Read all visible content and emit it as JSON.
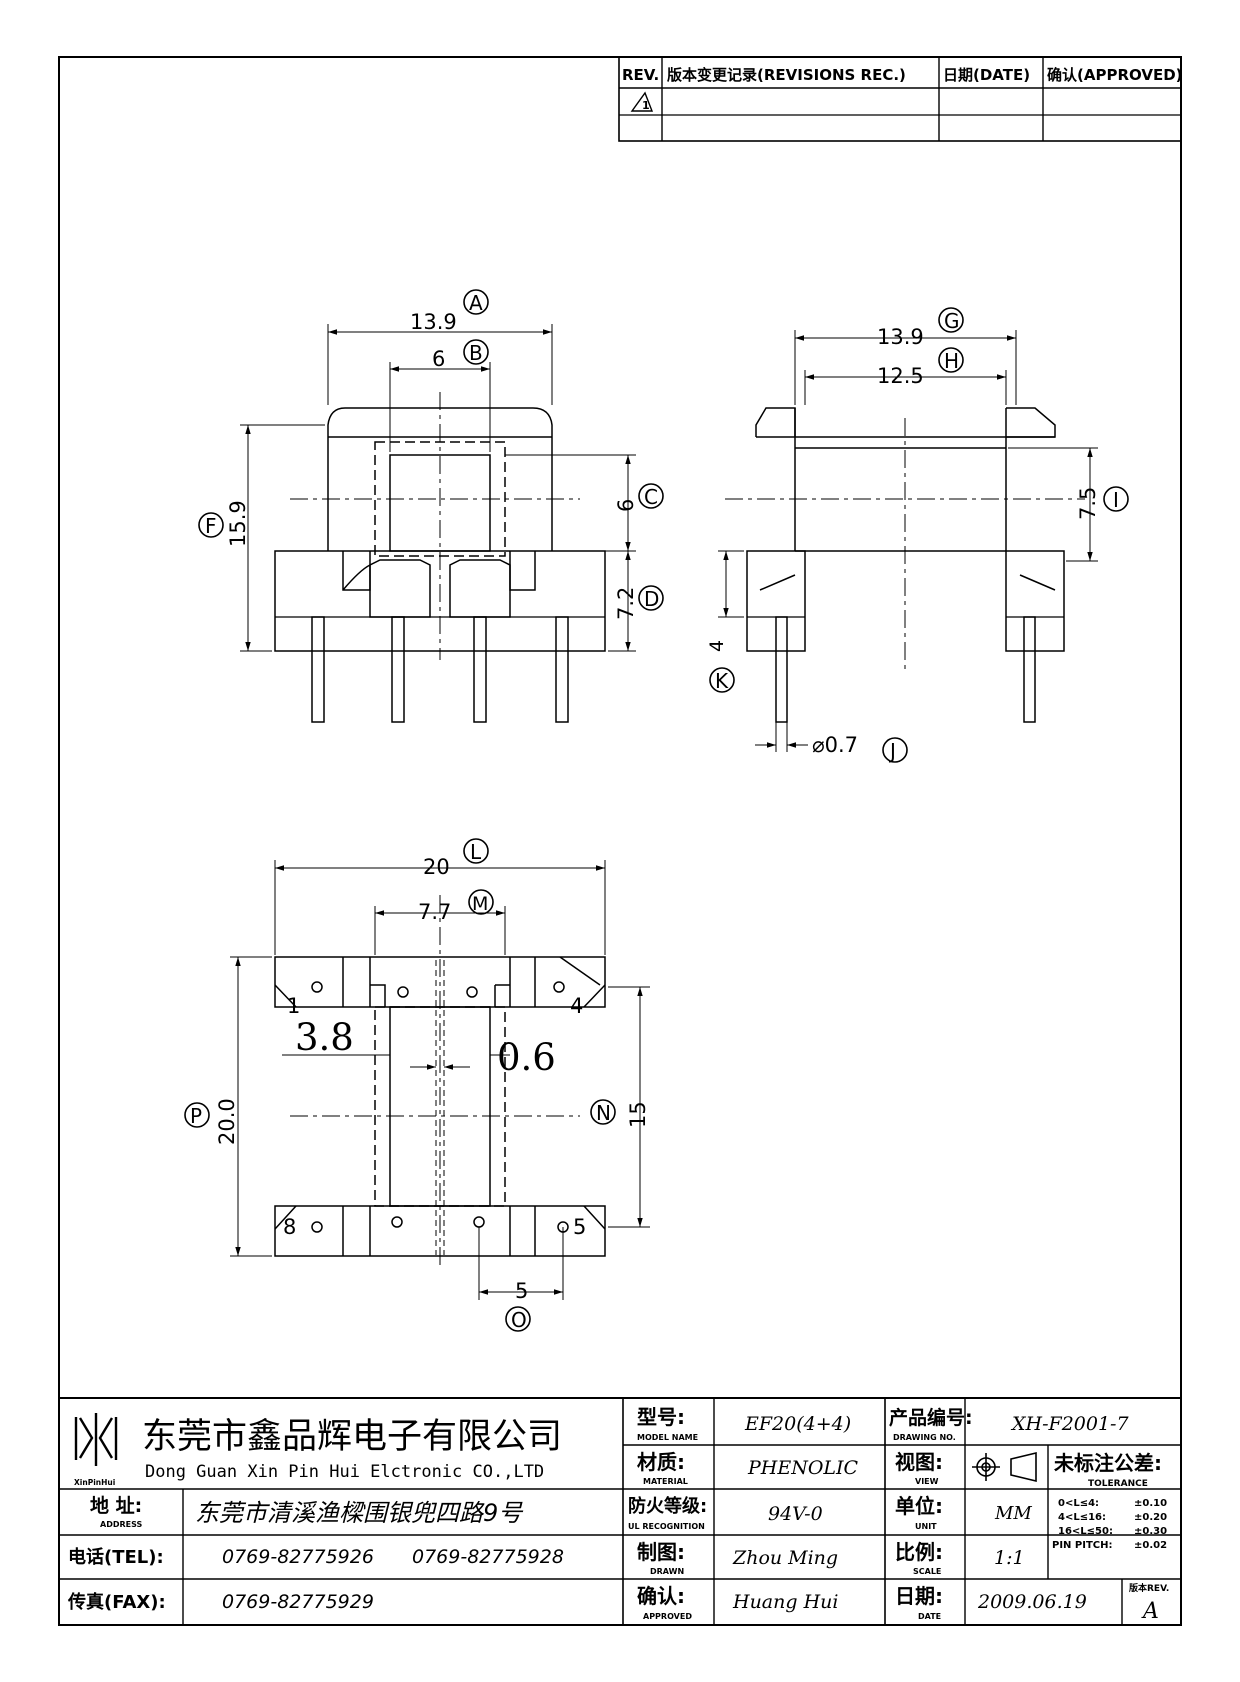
{
  "revision_block": {
    "rev_header": "REV.",
    "desc_header": "版本变更记录(REVISIONS REC.)",
    "date_header": "日期(DATE)",
    "approved_header": "确认(APPROVED)",
    "rev1_symbol": "1"
  },
  "dims": {
    "front": {
      "a_width": "13.9",
      "b_core": "6",
      "c_window": "6",
      "d_base": "7.2",
      "f_height": "15.9"
    },
    "side": {
      "g_width": "13.9",
      "h_inner": "12.5",
      "i_height": "7.5",
      "k_pin_len": "4",
      "j_pin_dia": "⌀0.7"
    },
    "bottom": {
      "l_width": "20",
      "m_center": "7.7",
      "gap_left": "3.8",
      "gap_right": "0.6",
      "p_length": "20.0",
      "n_span": "15",
      "o_pitch": "5"
    }
  },
  "callouts": {
    "A": "A",
    "B": "B",
    "C": "C",
    "D": "D",
    "F": "F",
    "G": "G",
    "H": "H",
    "I": "I",
    "J": "J",
    "K": "K",
    "L": "L",
    "M": "M",
    "N": "N",
    "O": "O",
    "P": "P"
  },
  "pins": {
    "p1": "1",
    "p4": "4",
    "p5": "5",
    "p8": "8"
  },
  "title_block": {
    "company_cn": "东莞市鑫品辉电子有限公司",
    "company_en": "Dong Guan Xin Pin Hui Elctronic CO.,LTD",
    "logo_text": "XinPinHui",
    "address_label": "地 址:",
    "address_label_en": "ADDRESS",
    "address": "东莞市清溪渔樑围银兜四路9号",
    "tel_label": "电话(TEL):",
    "tel1": "0769-82775926",
    "tel2": "0769-82775928",
    "fax_label": "传真(FAX):",
    "fax": "0769-82775929",
    "model_label": "型号:",
    "model_label_en": "MODEL NAME",
    "model": "EF20(4+4)",
    "material_label": "材质:",
    "material_label_en": "MATERIAL",
    "material": "PHENOLIC",
    "ul_label": "防火等级:",
    "ul_label_en": "UL RECOGNITION",
    "ul": "94V-0",
    "drawn_label": "制图:",
    "drawn_label_en": "DRAWN",
    "drawn": "Zhou Ming",
    "approved_label": "确认:",
    "approved_label_en": "APPROVED",
    "approved": "Huang Hui",
    "drawing_no_label": "产品编号:",
    "drawing_no_label_en": "DRAWING NO.",
    "drawing_no": "XH-F2001-7",
    "view_label": "视图:",
    "view_label_en": "VIEW",
    "unit_label": "单位:",
    "unit_label_en": "UNIT",
    "unit": "MM",
    "scale_label": "比例:",
    "scale_label_en": "SCALE",
    "scale": "1:1",
    "date_label": "日期:",
    "date_label_en": "DATE",
    "date": "2009.06.19",
    "tolerance_label": "未标注公差:",
    "tolerance_label_en": "TOLERANCE",
    "tolerances": [
      {
        "range": "0<L≤4:",
        "value": "±0.10"
      },
      {
        "range": "4<L≤16:",
        "value": "±0.20"
      },
      {
        "range": "16<L≤50:",
        "value": "±0.30"
      },
      {
        "range": "PIN PITCH:",
        "value": "±0.02"
      }
    ],
    "version_label": "版本REV.",
    "version": "A"
  }
}
